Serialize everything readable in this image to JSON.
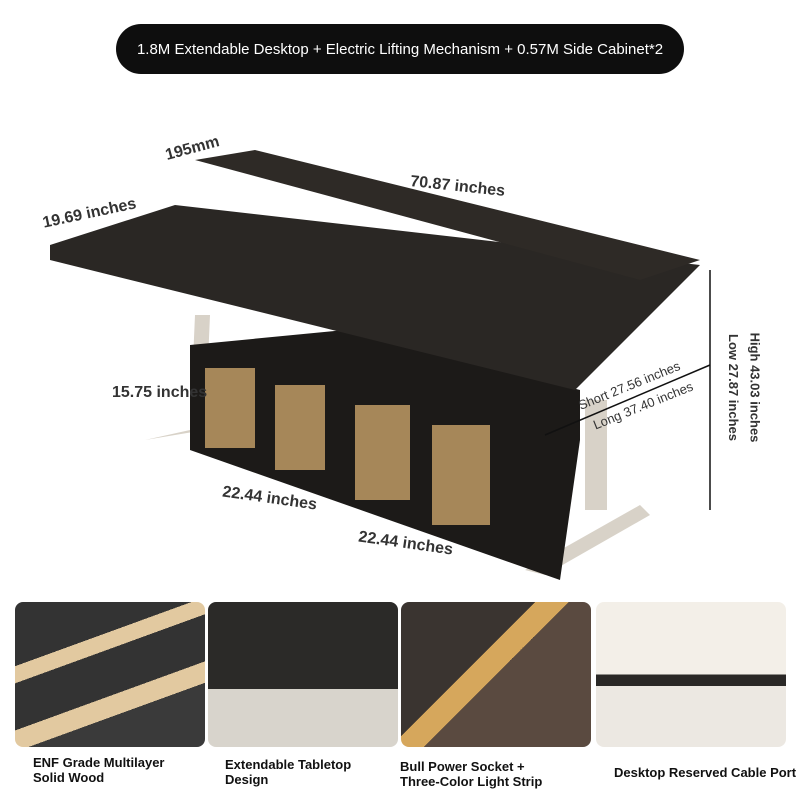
{
  "banner": "1.8M Extendable Desktop + Electric Lifting Mechanism + 0.57M Side Cabinet*2",
  "dimensions": {
    "shelf": "195mm",
    "width": "70.87 inches",
    "depth": "19.69 inches",
    "cabinet_height": "15.75 inches",
    "cabinet_width_1": "22.44 inches",
    "cabinet_width_2": "22.44 inches",
    "extend_short": "Short 27.56 inches",
    "extend_long": "Long 37.40 inches",
    "height_high": "High 43.03 inches",
    "height_low": "Low 27.87 inches"
  },
  "features": [
    {
      "label": "ENF Grade Multilayer Solid Wood"
    },
    {
      "label": "Extendable Tabletop Design"
    },
    {
      "label": "Bull Power Socket + Three-Color Light Strip"
    },
    {
      "label": "Desktop Reserved Cable Port"
    }
  ]
}
